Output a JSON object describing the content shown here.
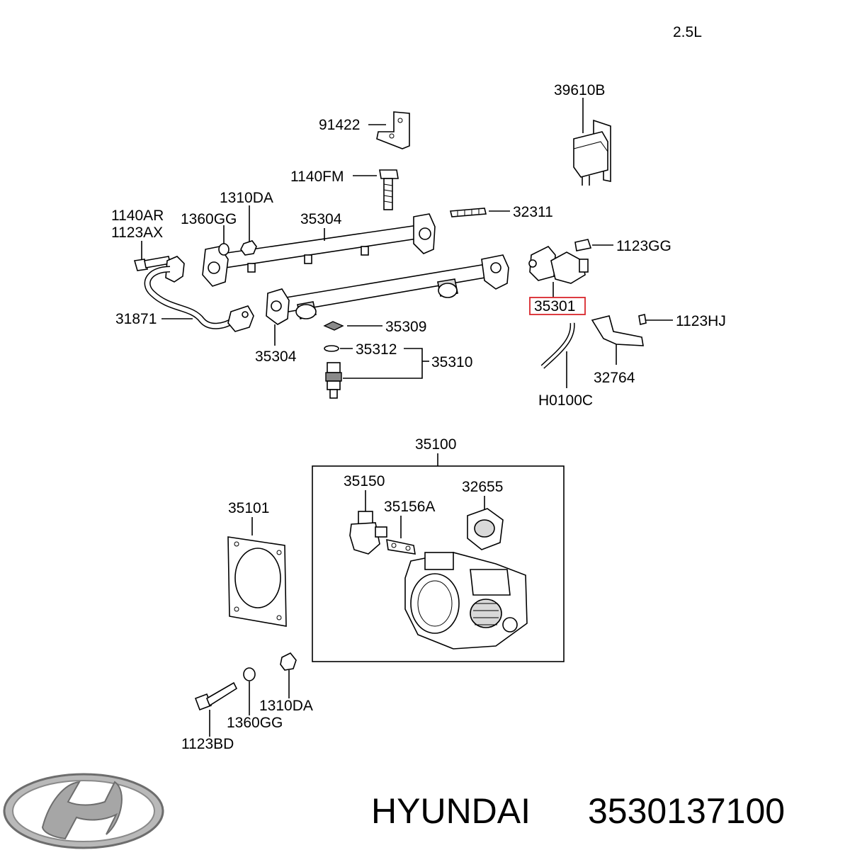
{
  "engine": "2.5L",
  "labels": {
    "p39610B": "39610B",
    "p91422": "91422",
    "p1140FM": "1140FM",
    "p1310DA_top": "1310DA",
    "p1360GG_top": "1360GG",
    "p35304_top": "35304",
    "p32311": "32311",
    "p1140AR": "1140AR",
    "p1123AX": "1123AX",
    "p1123GG": "1123GG",
    "p35301": "35301",
    "p1123HJ": "1123HJ",
    "p31871": "31871",
    "p35309": "35309",
    "p35304_bottom": "35304",
    "p35312": "35312",
    "p35310": "35310",
    "p32764": "32764",
    "pH0100C": "H0100C",
    "p35100": "35100",
    "p35150": "35150",
    "p32655": "32655",
    "p35156A": "35156A",
    "p35101": "35101",
    "p1310DA_bottom": "1310DA",
    "p1360GG_bottom": "1360GG",
    "p1123BD": "1123BD"
  },
  "brand": "HYUNDAI",
  "part_number": "3530137100",
  "highlight_color": "#d9262c"
}
